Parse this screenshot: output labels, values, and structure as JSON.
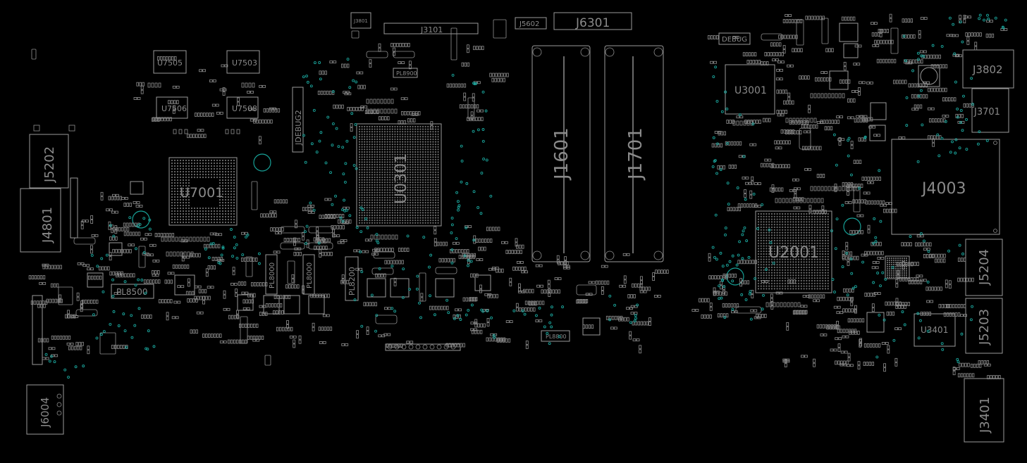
{
  "view": {
    "background": "#000000",
    "outline_color": "#9a9a9a",
    "via_color": "#1aa39a",
    "text_color": "#8a8a8a"
  },
  "components": {
    "u7505": "U7505",
    "u7503": "U7503",
    "u7506": "U7506",
    "u7508": "U7508",
    "u7001": "U7001",
    "jdebug2": "JDEBUG2",
    "u0301": "U0301",
    "j3801": "J3801",
    "j3101": "J3101",
    "j5602": "J5602",
    "j6301": "J6301",
    "j1601": "J1601",
    "j1701": "J1701",
    "j5202": "J5202",
    "j4801": "J4801",
    "pl8500": "PL8500",
    "pl8000a": "PL8000",
    "pl8000b": "PL8000",
    "pl8200": "PL8200",
    "pl8800": "PL8800",
    "pl8900": "PL8900",
    "j6004": "J6004",
    "debug": "DEBUG",
    "u3001": "U3001",
    "j3802": "J3802",
    "j3701": "J3701",
    "j4003": "J4003",
    "u2001": "U2001",
    "j5204": "J5204",
    "j5203": "J5203",
    "u3401": "U3401",
    "j3401": "J3401"
  }
}
